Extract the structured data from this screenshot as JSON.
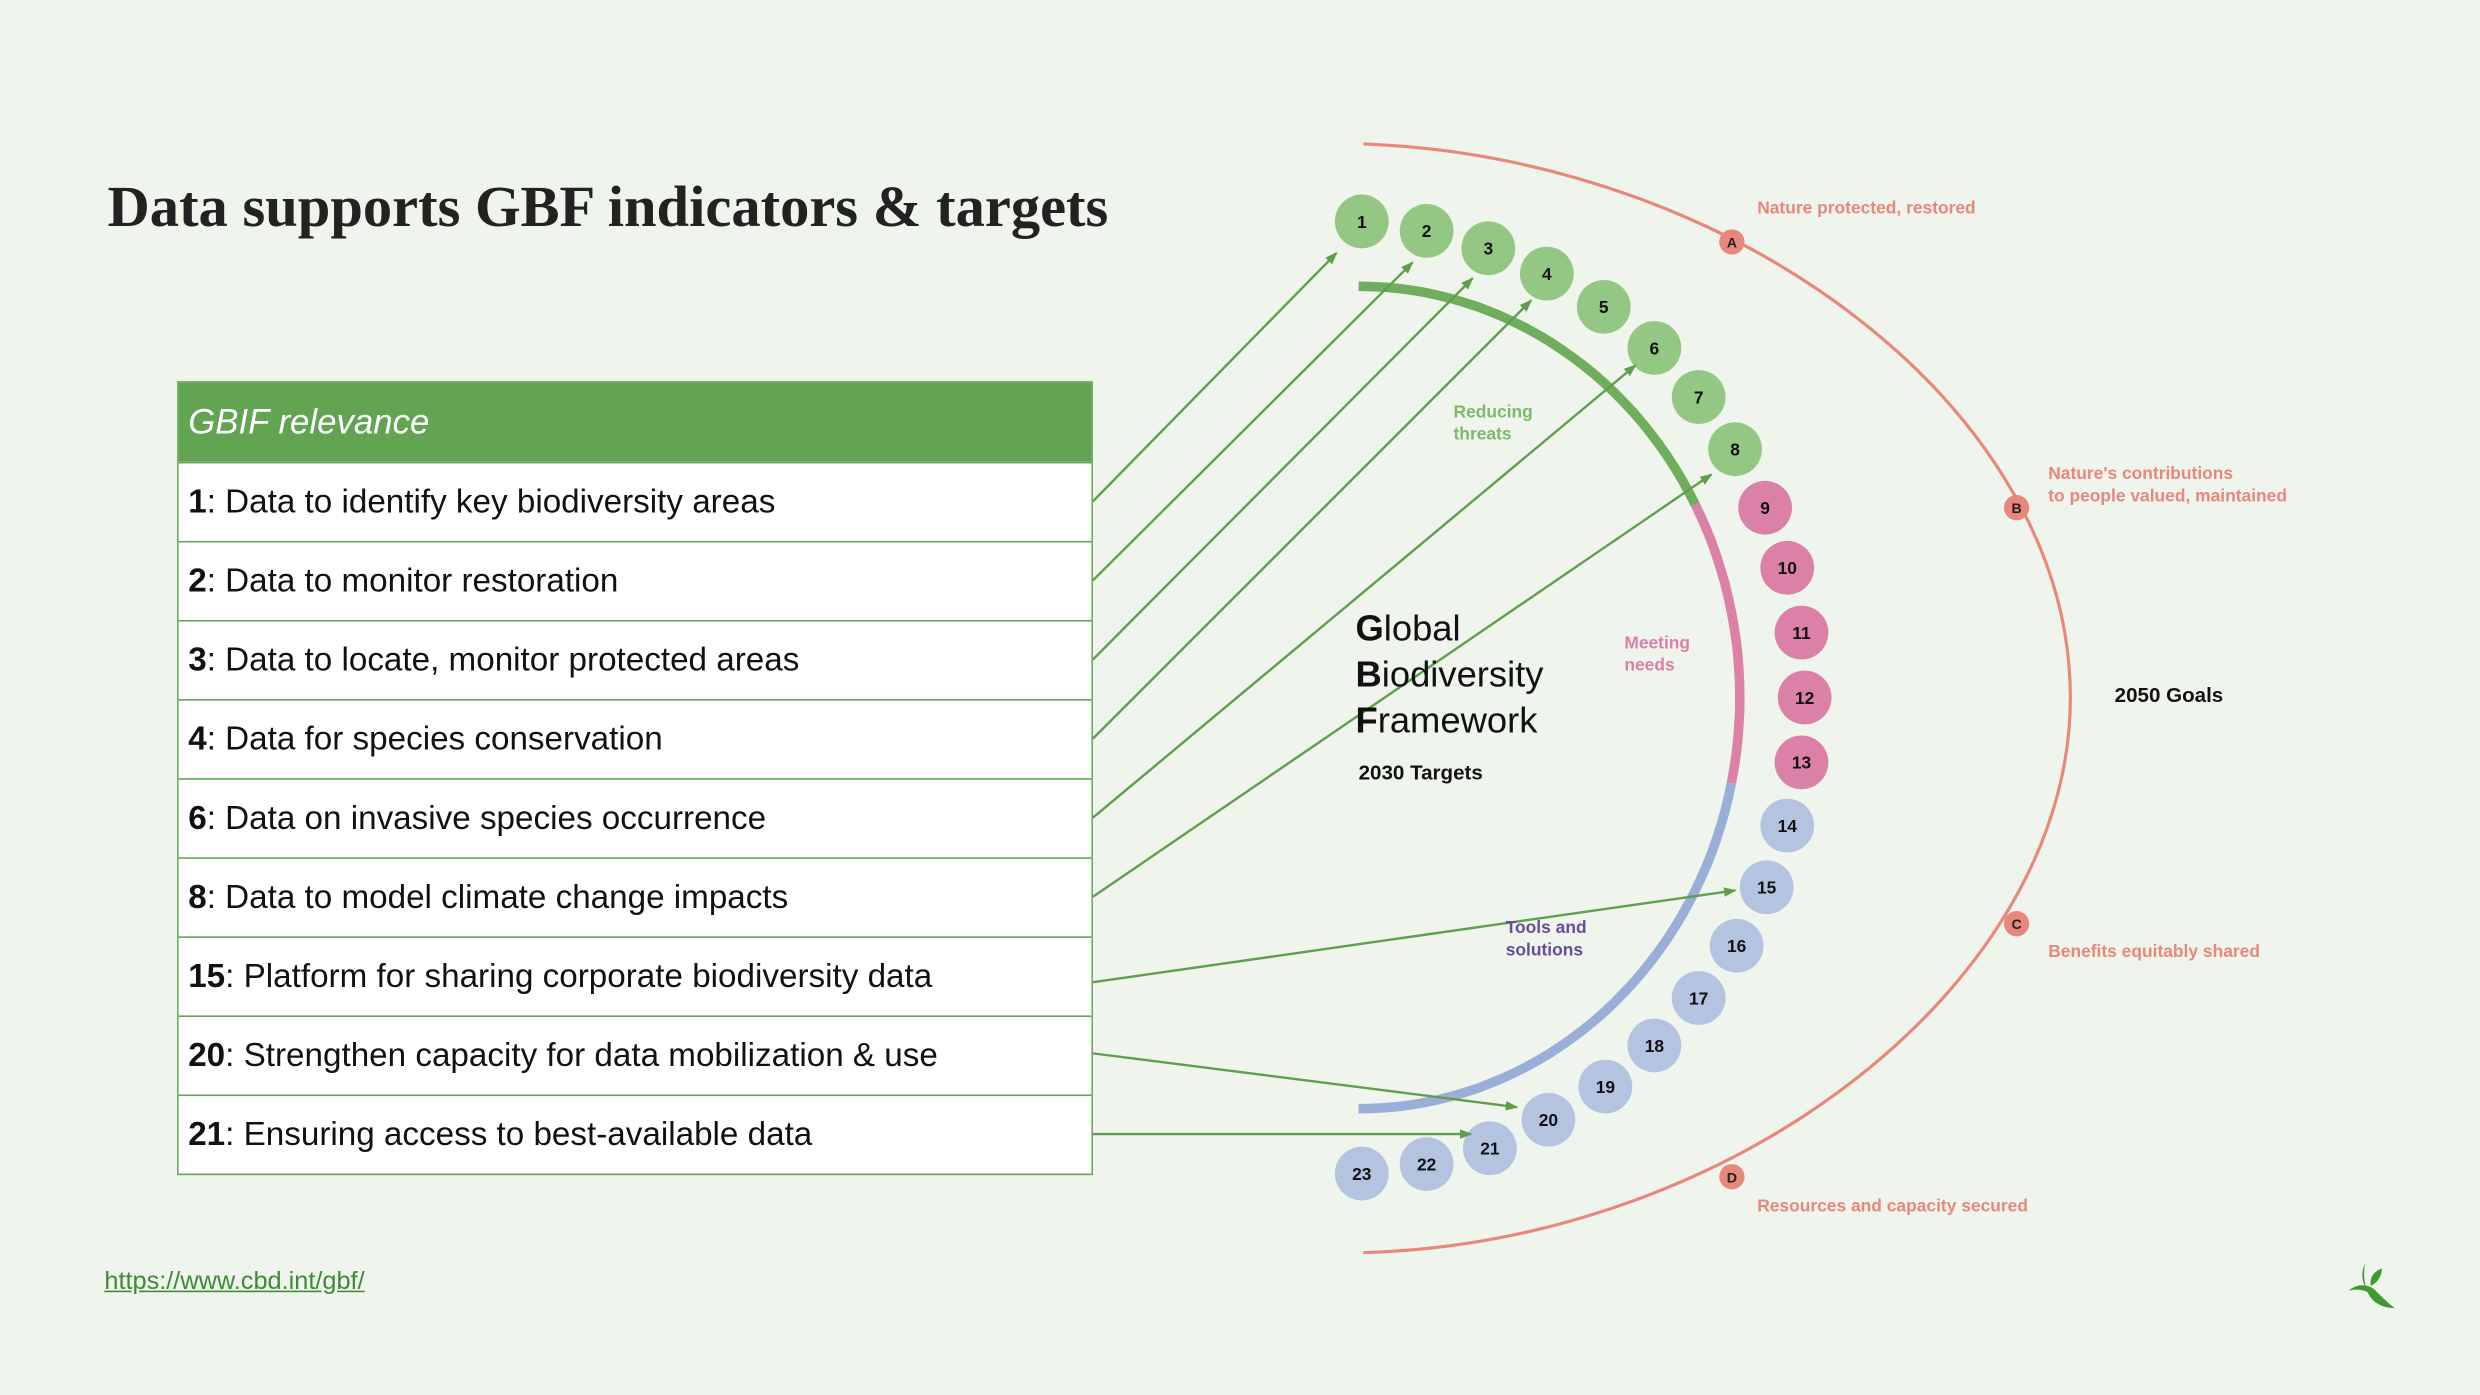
{
  "title": "Data supports GBF indicators & targets",
  "table": {
    "header": "GBIF relevance",
    "rows": [
      {
        "target": "1",
        "text": ": Data to identify key biodiversity areas"
      },
      {
        "target": "2",
        "text": ": Data to monitor restoration"
      },
      {
        "target": "3",
        "text": ": Data to locate, monitor protected areas"
      },
      {
        "target": "4",
        "text": ": Data for species conservation"
      },
      {
        "target": "6",
        "text": ": Data on invasive species occurrence"
      },
      {
        "target": "8",
        "text": ": Data to model climate change impacts"
      },
      {
        "target": "15",
        "text": ": Platform for sharing corporate biodiversity data"
      },
      {
        "target": "20",
        "text": ": Strengthen capacity for data mobilization & use"
      },
      {
        "target": "21",
        "text": ": Ensuring access to best-available data"
      }
    ]
  },
  "link": "https://www.cbd.int/gbf/",
  "framework": {
    "line1_initial": "G",
    "line1_rest": "lobal",
    "line2_initial": "B",
    "line2_rest": "iodiversity",
    "line3_initial": "F",
    "line3_rest": "ramework",
    "targets_label": "2030 Targets",
    "goals_label": "2050 Goals"
  },
  "groups": {
    "reducing_threats": [
      "Reducing",
      "threats"
    ],
    "meeting_needs": [
      "Meeting",
      "needs"
    ],
    "tools_solutions": [
      "Tools and",
      "solutions"
    ]
  },
  "goals": [
    {
      "letter": "A",
      "label": [
        "Nature protected, restored"
      ]
    },
    {
      "letter": "B",
      "label": [
        "Nature's contributions",
        "to people valued, maintained"
      ]
    },
    {
      "letter": "C",
      "label": [
        "Benefits equitably shared"
      ]
    },
    {
      "letter": "D",
      "label": [
        "Resources and capacity secured"
      ]
    }
  ],
  "targets": [
    "1",
    "2",
    "3",
    "4",
    "5",
    "6",
    "7",
    "8",
    "9",
    "10",
    "11",
    "12",
    "13",
    "14",
    "15",
    "16",
    "17",
    "18",
    "19",
    "20",
    "21",
    "22",
    "23"
  ],
  "colors": {
    "background": "#eff4ec",
    "accent_green": "#62a452",
    "reducing_threats": "#95c784",
    "meeting_needs": "#db80a6",
    "tools_solutions": "#b4c3e0",
    "goals": "#e8877c",
    "tools_text": "#6a4c9c"
  }
}
